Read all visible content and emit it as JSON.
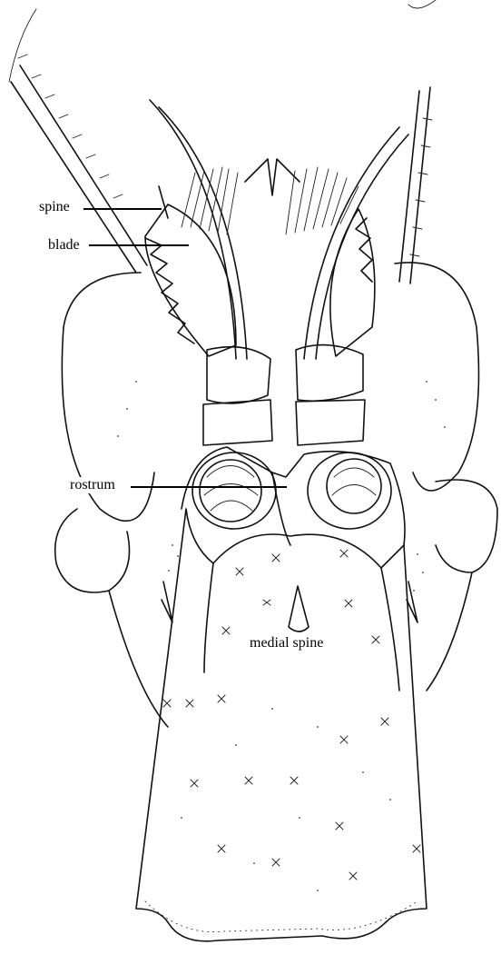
{
  "figure": {
    "labels": {
      "spine": "spine",
      "blade": "blade",
      "rostrum": "rostrum",
      "medial_spine": "medial spine"
    }
  },
  "colors": {
    "ink": "#111111",
    "background": "#ffffff"
  }
}
